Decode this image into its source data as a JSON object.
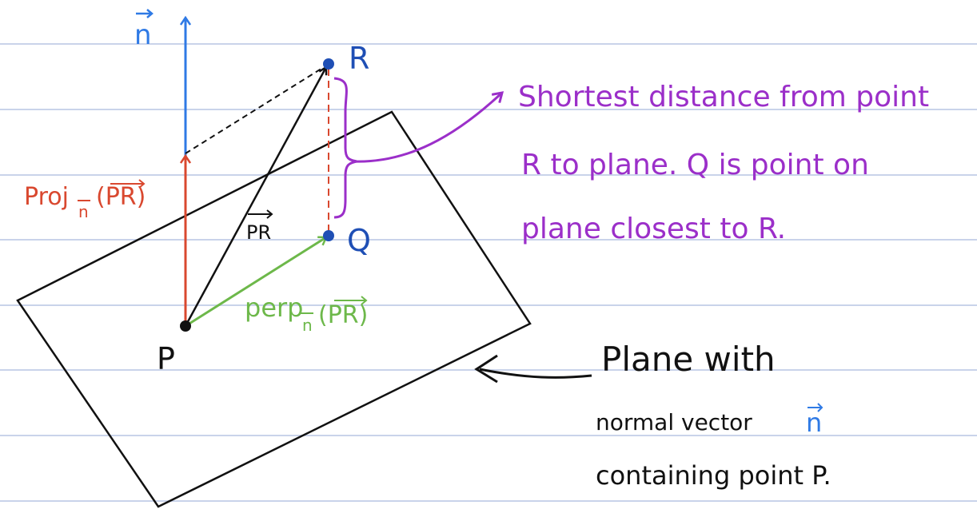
{
  "colors": {
    "ruled_line": "#c9d3ea",
    "blue": "#2f7ae5",
    "red": "#d9482f",
    "green": "#6db84a",
    "purple": "#9b2fc9",
    "black": "#111111",
    "point_blue": "#1f4fb5"
  },
  "labels": {
    "n_top": "n",
    "R": "R",
    "Q": "Q",
    "P": "P",
    "pr": "PR",
    "proj": "Proj",
    "proj_sub": "n",
    "proj_arg": "(PR)",
    "perp": "perp",
    "perp_sub": "n",
    "perp_arg": "(PR)"
  },
  "note_shortest": [
    "Shortest distance from point",
    "R to plane. Q is point on",
    "plane closest to R."
  ],
  "note_plane": {
    "line1": "Plane with",
    "line2": "normal vector",
    "line2_n": "n",
    "line3": "containing point P."
  }
}
